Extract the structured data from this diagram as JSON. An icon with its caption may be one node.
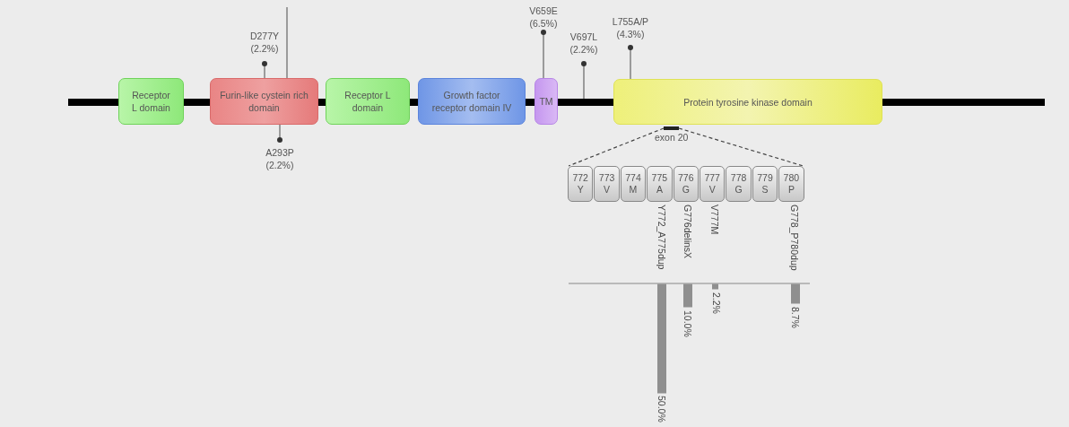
{
  "diagram": {
    "nodes": [
      {
        "text": [
          "Receptor L domain"
        ]
      },
      {
        "text": [
          "Furin-like cystein rich domain"
        ]
      },
      {
        "text": [
          "Receptor L domain"
        ]
      },
      {
        "text": [
          "Growth factor receptor domain IV"
        ]
      },
      {
        "text": [
          "TM"
        ]
      },
      {
        "text": [
          "Protein tyrosine kinase domain"
        ]
      },
      {
        "text": [
          "D277Y (2.2%)"
        ]
      },
      {
        "text": [
          "A293P (2.2%)"
        ]
      },
      {
        "text": [
          "V659E (6.5%)"
        ]
      },
      {
        "text": [
          "V697L (2.2%)"
        ]
      },
      {
        "text": [
          "L755A/P (4.3%)"
        ]
      },
      {
        "text": [
          "exon 20"
        ]
      },
      {
        "text": [
          "772",
          "Y"
        ]
      },
      {
        "text": [
          "773",
          "V"
        ]
      },
      {
        "text": [
          "774",
          "M"
        ]
      },
      {
        "text": [
          "775",
          "A"
        ]
      },
      {
        "text": [
          "776",
          "G"
        ]
      },
      {
        "text": [
          "777",
          "V"
        ]
      },
      {
        "text": [
          "778",
          "G"
        ]
      },
      {
        "text": [
          "779",
          "S"
        ]
      },
      {
        "text": [
          "780",
          "P"
        ]
      }
    ],
    "edges": [
      {
        "from": 6,
        "to": 1,
        "arrow": "other"
      },
      {
        "from": 7,
        "to": 1,
        "arrow": "other"
      },
      {
        "from": null,
        "to": 1,
        "arrow": "none"
      },
      {
        "from": 8,
        "to": 4,
        "arrow": "other"
      },
      {
        "from": 9,
        "to": null,
        "arrow": "other"
      },
      {
        "from": 10,
        "to": 5,
        "arrow": "other"
      },
      {
        "from": 11,
        "to": 12,
        "arrow": "none",
        "style": "dashed"
      },
      {
        "from": 11,
        "to": 20,
        "arrow": "none",
        "style": "dashed"
      }
    ],
    "labels": [
      "Y772_A775dup",
      "G776delinsX",
      "V777M",
      "G778_P780dup",
      "10.0%",
      "2.2%",
      "8.7%",
      "50.0%"
    ]
  }
}
